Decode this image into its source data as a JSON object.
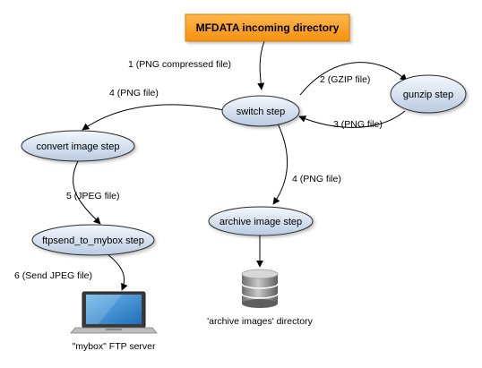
{
  "source": {
    "label": "MFDATA incoming directory",
    "fill": "#f99a18",
    "border": "#d97d00"
  },
  "steps": {
    "switch": "switch step",
    "gunzip": "gunzip step",
    "convert": "convert image step",
    "archive": "archive image step",
    "ftpsend": "ftpsend_to_mybox step"
  },
  "edges": {
    "e1": "1 (PNG compressed file)",
    "e2": "2 (GZIP file)",
    "e3": "3 (PNG file)",
    "e4a": "4 (PNG file)",
    "e4b": "4 (PNG file)",
    "e5": "5 (JPEG file)",
    "e6": "6 (Send JPEG file)"
  },
  "resources": {
    "archive_dir": "'archive images' directory",
    "ftp_server": "\"mybox\" FTP server",
    "database_icon": "database-icon",
    "laptop_icon": "laptop-icon"
  },
  "colors": {
    "ellipse_top": "#f4f7fb",
    "ellipse_bottom": "#b9cbe2"
  }
}
